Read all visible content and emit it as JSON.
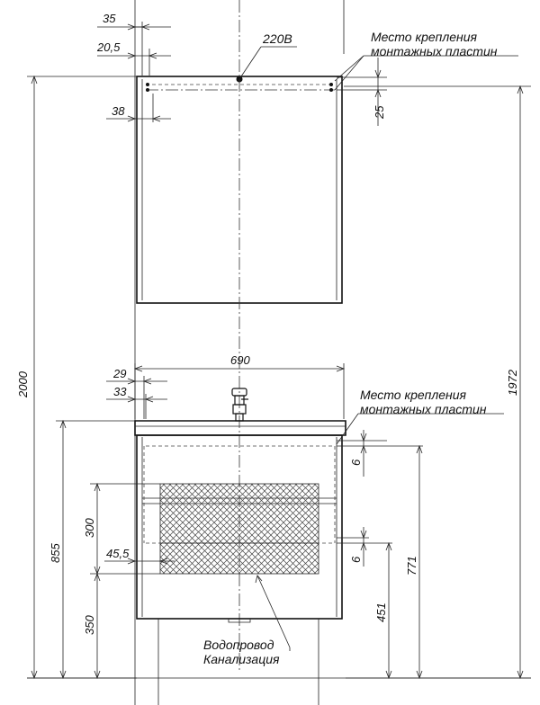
{
  "labels": {
    "power": "220В",
    "mount_top_line1": "Место крепления",
    "mount_top_line2": "монтажных пластин",
    "mount_bottom_line1": "Место крепления",
    "mount_bottom_line2": "монтажных пластин",
    "water_line1": "Водопровод",
    "water_line2": "Канализация"
  },
  "dimensions": {
    "d35": "35",
    "d20_5": "20,5",
    "d38": "38",
    "d25": "25",
    "d2000": "2000",
    "d1972": "1972",
    "d690": "690",
    "d29": "29",
    "d33": "33",
    "d6_top": "6",
    "d300": "300",
    "d855": "855",
    "d45_5": "45,5",
    "d6_bottom": "6",
    "d771": "771",
    "d451": "451",
    "d350": "350"
  }
}
